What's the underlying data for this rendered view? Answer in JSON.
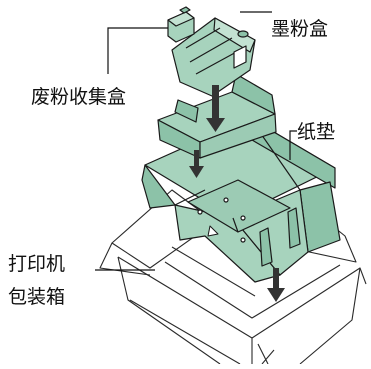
{
  "diagram": {
    "labels": {
      "toner_cartridge": "墨粉盒",
      "waste_toner_box": "废粉收集盒",
      "cushion_pad": "纸垫",
      "printer_box_line1": "打印机",
      "printer_box_line2": "包装箱"
    },
    "colors": {
      "part_fill": "#a7d3bd",
      "part_fill_dark": "#8cc2a8",
      "outline": "#1a1a1a",
      "box_line": "#2a2a2a",
      "background": "#ffffff"
    },
    "icons": [
      "down-arrow-icon",
      "down-arrow-icon",
      "down-arrow-icon"
    ]
  }
}
